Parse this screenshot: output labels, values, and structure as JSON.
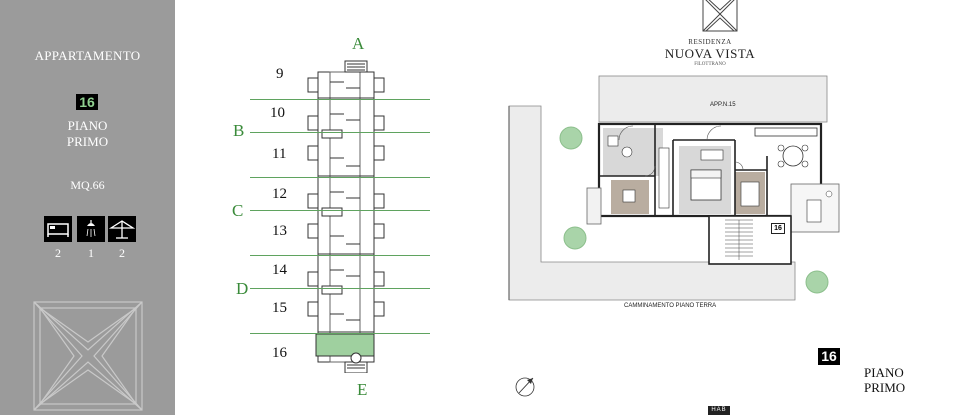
{
  "sidebar": {
    "title": "APPARTAMENTO",
    "unit_number": "16",
    "floor_line1": "PIANO",
    "floor_line2": "PRIMO",
    "area": "MQ.66",
    "icons": [
      {
        "name": "bed-icon",
        "count": "2"
      },
      {
        "name": "shower-icon",
        "count": "1"
      },
      {
        "name": "parasol-icon",
        "count": "2"
      }
    ]
  },
  "header": {
    "small": "RESIDENZA",
    "name": "NUOVA VISTA",
    "location": "FILOTTRANO"
  },
  "key_plan": {
    "section_letters": [
      "A",
      "B",
      "C",
      "D",
      "E"
    ],
    "unit_numbers": [
      "9",
      "10",
      "11",
      "12",
      "13",
      "14",
      "15",
      "16"
    ],
    "highlight_unit": "16",
    "highlight_color": "#9fd09f"
  },
  "floor_plan": {
    "neighbor_label": "APP.N.15",
    "walkway_label": "CAMMINAMENTO PIANO TERRA",
    "stair_unit_badge": "16"
  },
  "footer": {
    "unit_number": "16",
    "floor_line1": "PIANO",
    "floor_line2": "PRIMO",
    "logo_text": "HAB"
  },
  "colors": {
    "sidebar_bg": "#9b9b9b",
    "accent_green": "#3a8b3a",
    "tree_green": "#a9d4a9"
  }
}
